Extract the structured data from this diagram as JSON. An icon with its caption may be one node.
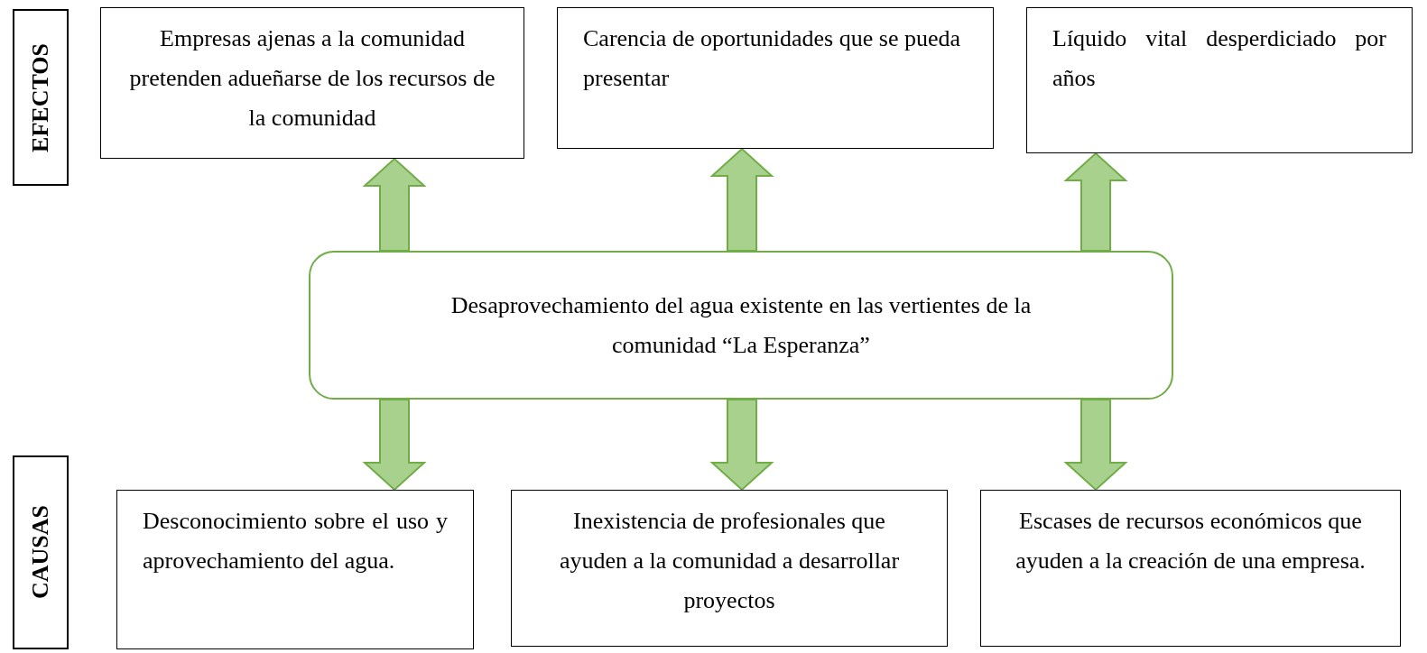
{
  "diagram": {
    "nodes": [
      {
        "text": [
          "EFECTOS"
        ]
      },
      {
        "text": [
          "Empresas ajenas a la comunidad pretenden adueñarse de los recursos de la comunidad"
        ]
      },
      {
        "text": [
          "Carencia de oportunidades que se pueda presentar"
        ]
      },
      {
        "text": [
          "Líquido vital desperdiciado por años"
        ]
      },
      {
        "text": [
          "Desaprovechamiento del agua existente en las vertientes de la comunidad “La Esperanza”"
        ]
      },
      {
        "text": [
          "CAUSAS"
        ]
      },
      {
        "text": [
          "Desconocimiento sobre el uso y aprovechamiento del agua."
        ]
      },
      {
        "text": [
          "Inexistencia de profesionales que ayuden a la comunidad a desarrollar proyectos"
        ]
      },
      {
        "text": [
          "Escases de recursos económicos que ayuden a la creación de una empresa."
        ]
      }
    ],
    "edges": [
      {
        "from": 4,
        "to": 1,
        "arrow": "to"
      },
      {
        "from": 4,
        "to": 2,
        "arrow": "to"
      },
      {
        "from": 4,
        "to": 3,
        "arrow": "to"
      },
      {
        "from": 4,
        "to": 6,
        "arrow": "to"
      },
      {
        "from": 4,
        "to": 7,
        "arrow": "to"
      },
      {
        "from": 4,
        "to": 8,
        "arrow": "to"
      }
    ]
  }
}
